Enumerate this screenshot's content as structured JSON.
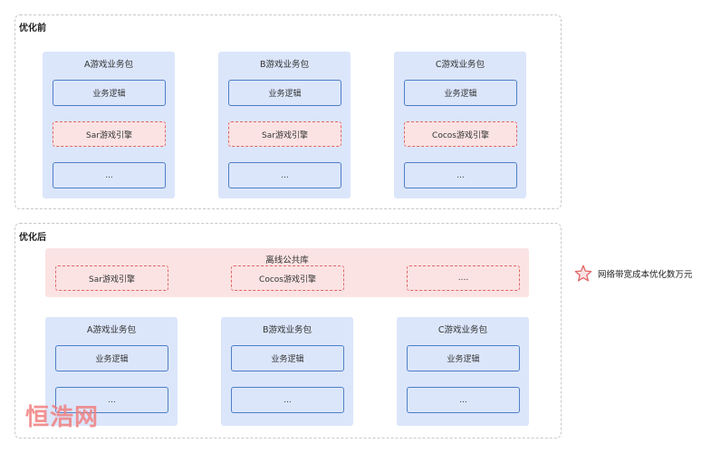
{
  "before": {
    "label": "优化前",
    "packages": [
      {
        "title": "A游戏业务包",
        "logic": "业务逻辑",
        "engine": "Sar游戏引擎",
        "more": "..."
      },
      {
        "title": "B游戏业务包",
        "logic": "业务逻辑",
        "engine": "Sar游戏引擎",
        "more": "..."
      },
      {
        "title": "C游戏业务包",
        "logic": "业务逻辑",
        "engine": "Cocos游戏引擎",
        "more": "..."
      }
    ]
  },
  "after": {
    "label": "优化后",
    "library": {
      "title": "离线公共库",
      "items": [
        "Sar游戏引擎",
        "Cocos游戏引擎",
        "...."
      ]
    },
    "packages": [
      {
        "title": "A游戏业务包",
        "logic": "业务逻辑",
        "more": "..."
      },
      {
        "title": "B游戏业务包",
        "logic": "业务逻辑",
        "more": "..."
      },
      {
        "title": "C游戏业务包",
        "logic": "业务逻辑",
        "more": "..."
      }
    ]
  },
  "legend": {
    "text": "网络带宽成本优化数万元",
    "icon": "star-icon",
    "color": "#e06666"
  },
  "watermark": "恒浩网",
  "colors": {
    "package_bg": "#dbe6fb",
    "box_border": "#4f7fc6",
    "engine_bg": "#fbe3e3",
    "engine_border": "#e06666"
  }
}
